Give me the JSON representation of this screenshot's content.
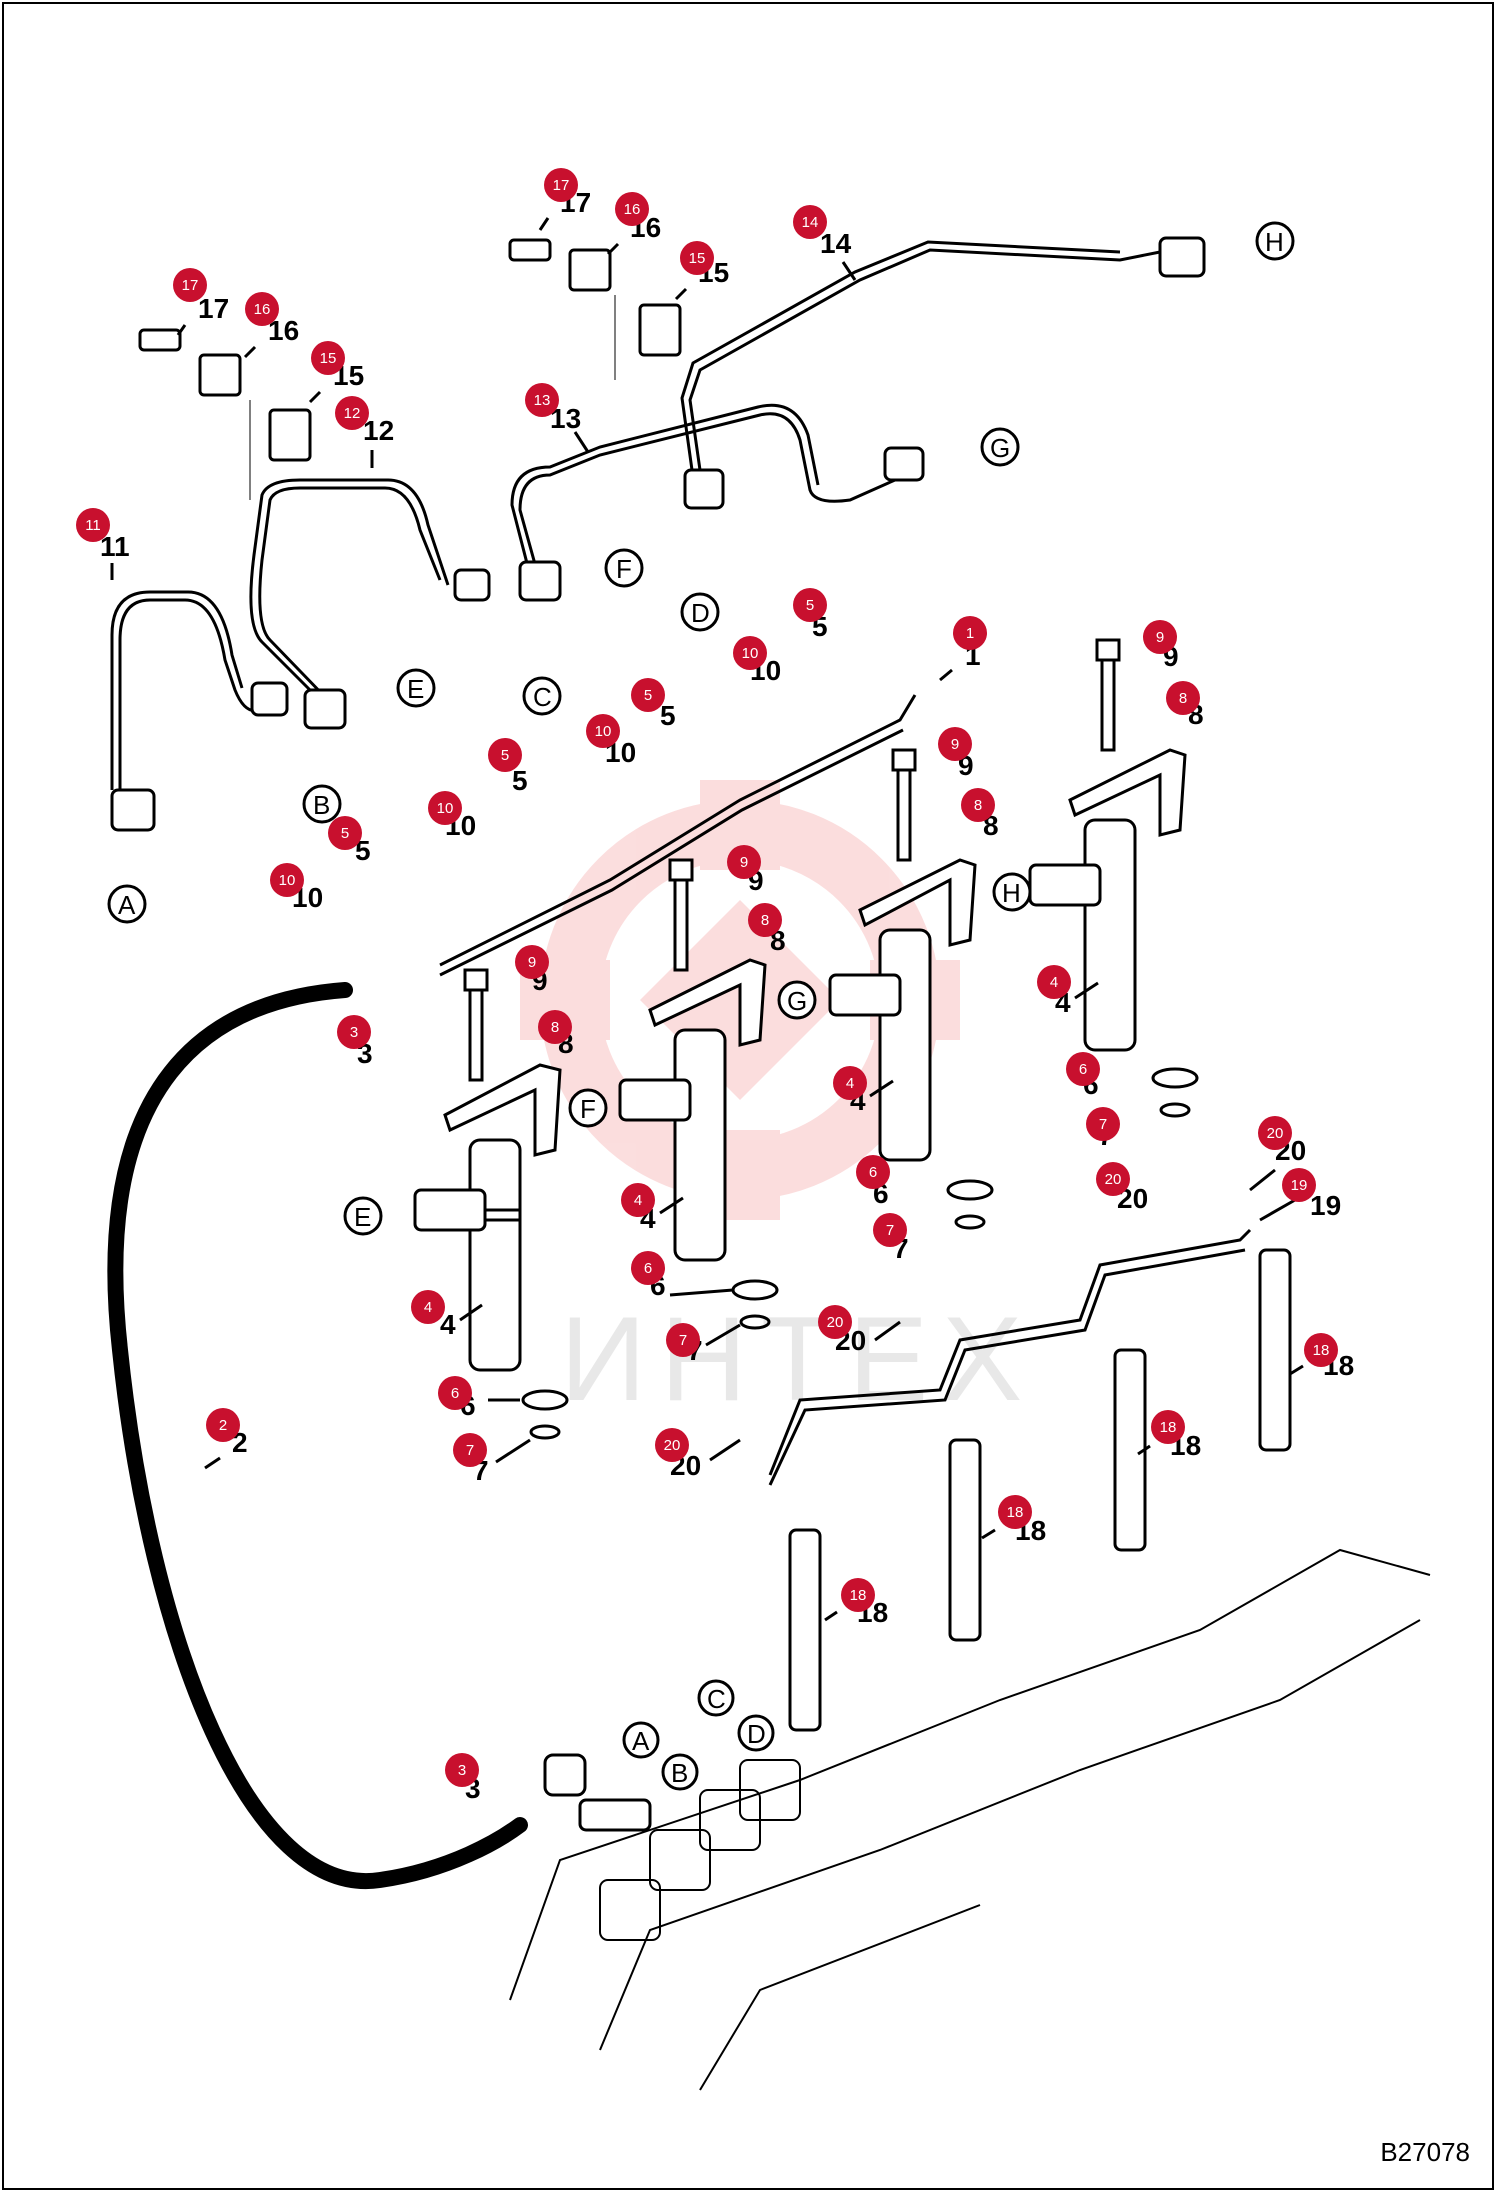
{
  "drawing_code": "B27078",
  "watermark": "ИНТЕХ",
  "callout_numbers": [
    "1",
    "2",
    "3",
    "4",
    "5",
    "6",
    "7",
    "8",
    "9",
    "10",
    "11",
    "12",
    "13",
    "14",
    "15",
    "16",
    "17",
    "18",
    "19",
    "20"
  ],
  "connection_letters": [
    "A",
    "B",
    "C",
    "D",
    "E",
    "F",
    "G",
    "H"
  ],
  "colors": {
    "badge": "#c8102e",
    "line": "#000000",
    "watermark": "#f4b8b8",
    "background": "#ffffff"
  },
  "callouts": [
    {
      "id": "badge-17a",
      "num": "17"
    },
    {
      "id": "badge-16a",
      "num": "16"
    },
    {
      "id": "badge-15a",
      "num": "15"
    },
    {
      "id": "badge-17b",
      "num": "17"
    },
    {
      "id": "badge-16b",
      "num": "16"
    },
    {
      "id": "badge-15b",
      "num": "15"
    },
    {
      "id": "badge-14",
      "num": "14"
    },
    {
      "id": "badge-13",
      "num": "13"
    },
    {
      "id": "badge-12",
      "num": "12"
    },
    {
      "id": "badge-11",
      "num": "11"
    },
    {
      "id": "badge-1",
      "num": "1"
    },
    {
      "id": "badge-2",
      "num": "2"
    },
    {
      "id": "badge-3a",
      "num": "3"
    },
    {
      "id": "badge-3b",
      "num": "3"
    },
    {
      "id": "badge-4a",
      "num": "4"
    },
    {
      "id": "badge-4b",
      "num": "4"
    },
    {
      "id": "badge-4c",
      "num": "4"
    },
    {
      "id": "badge-4d",
      "num": "4"
    },
    {
      "id": "badge-5a",
      "num": "5"
    },
    {
      "id": "badge-5b",
      "num": "5"
    },
    {
      "id": "badge-5c",
      "num": "5"
    },
    {
      "id": "badge-5d",
      "num": "5"
    },
    {
      "id": "badge-6a",
      "num": "6"
    },
    {
      "id": "badge-6b",
      "num": "6"
    },
    {
      "id": "badge-6c",
      "num": "6"
    },
    {
      "id": "badge-6d",
      "num": "6"
    },
    {
      "id": "badge-7a",
      "num": "7"
    },
    {
      "id": "badge-7b",
      "num": "7"
    },
    {
      "id": "badge-7c",
      "num": "7"
    },
    {
      "id": "badge-7d",
      "num": "7"
    },
    {
      "id": "badge-8a",
      "num": "8"
    },
    {
      "id": "badge-8b",
      "num": "8"
    },
    {
      "id": "badge-8c",
      "num": "8"
    },
    {
      "id": "badge-8d",
      "num": "8"
    },
    {
      "id": "badge-9a",
      "num": "9"
    },
    {
      "id": "badge-9b",
      "num": "9"
    },
    {
      "id": "badge-9c",
      "num": "9"
    },
    {
      "id": "badge-9d",
      "num": "9"
    },
    {
      "id": "badge-10a",
      "num": "10"
    },
    {
      "id": "badge-10b",
      "num": "10"
    },
    {
      "id": "badge-10c",
      "num": "10"
    },
    {
      "id": "badge-10d",
      "num": "10"
    },
    {
      "id": "badge-18a",
      "num": "18"
    },
    {
      "id": "badge-18b",
      "num": "18"
    },
    {
      "id": "badge-18c",
      "num": "18"
    },
    {
      "id": "badge-18d",
      "num": "18"
    },
    {
      "id": "badge-19",
      "num": "19"
    },
    {
      "id": "badge-20a",
      "num": "20"
    },
    {
      "id": "badge-20b",
      "num": "20"
    },
    {
      "id": "badge-20c",
      "num": "20"
    },
    {
      "id": "badge-20d",
      "num": "20"
    }
  ]
}
